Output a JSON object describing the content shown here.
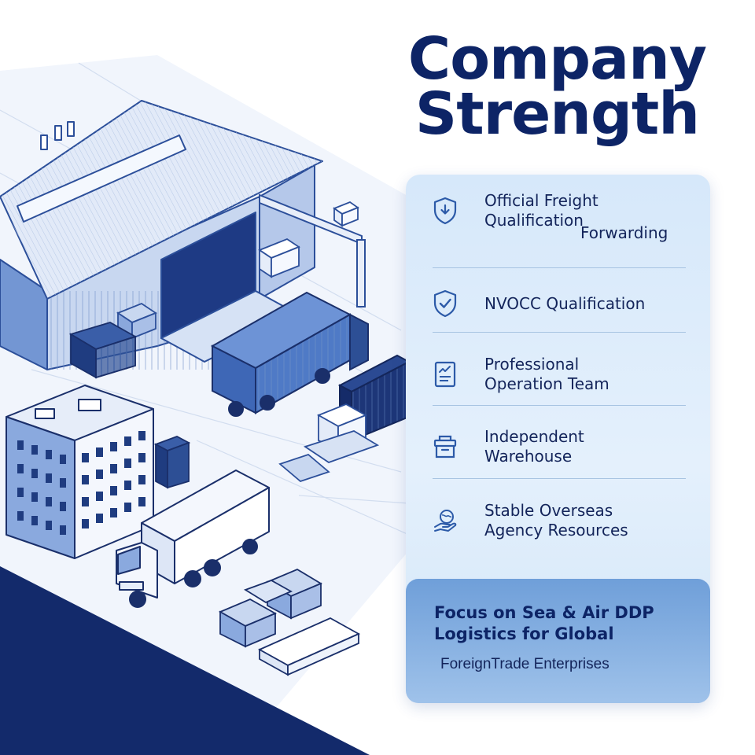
{
  "title": {
    "line1": "Company",
    "line2": "Strength"
  },
  "items": [
    {
      "icon": "shield-download-icon",
      "line1": "Official Freight",
      "line2": "Qualification",
      "overlay": "Forwarding"
    },
    {
      "icon": "shield-check-icon",
      "line1": "NVOCC Qualification"
    },
    {
      "icon": "document-chart-icon",
      "line1": "Professional",
      "line2": "Operation Team"
    },
    {
      "icon": "warehouse-box-icon",
      "line1": "Independent",
      "line2": "Warehouse"
    },
    {
      "icon": "globe-hand-icon",
      "line1": "Stable Overseas",
      "line2": "Agency Resources"
    }
  ],
  "callout": {
    "line1": "Focus on Sea & Air DDP",
    "line2": "Logistics for Global",
    "sub": "ForeignTrade Enterprises"
  },
  "colors": {
    "navy": "#0d2466",
    "panel": "#dcebfb",
    "callout": "#7fabe0",
    "line_art": "#2c4f9a",
    "container_blue": "#3f6fc2"
  }
}
